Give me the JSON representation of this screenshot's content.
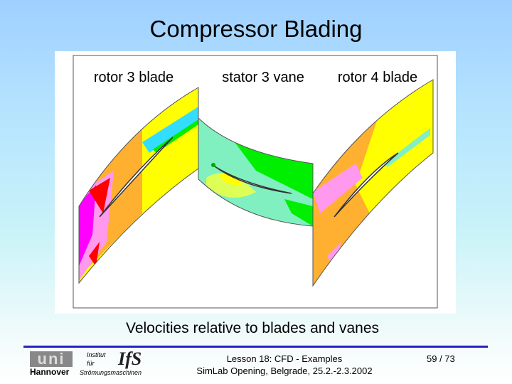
{
  "slide": {
    "title": "Compressor Blading",
    "caption": "Velocities relative to blades and vanes",
    "labels": {
      "rotor3": "rotor 3 blade",
      "stator3": "stator 3 vane",
      "rotor4": "rotor 4 blade"
    }
  },
  "footer": {
    "lesson": "Lesson 18: CFD - Examples",
    "event": "SimLab Opening, Belgrade, 25.2.-2.3.2002",
    "page": "59 / 73",
    "logo": {
      "uni": "uni",
      "city": "Hannover",
      "institut": "Institut",
      "fur": "für",
      "ifs": "IfS",
      "dept": "Strömungsmaschinen"
    }
  },
  "colors": {
    "accent_rule": "#2323c8",
    "yellow": "#ffff00",
    "orange": "#ffb030",
    "magenta": "#ff00ff",
    "red": "#ff0000",
    "green": "#00ee00",
    "aqua": "#80f0c0"
  }
}
